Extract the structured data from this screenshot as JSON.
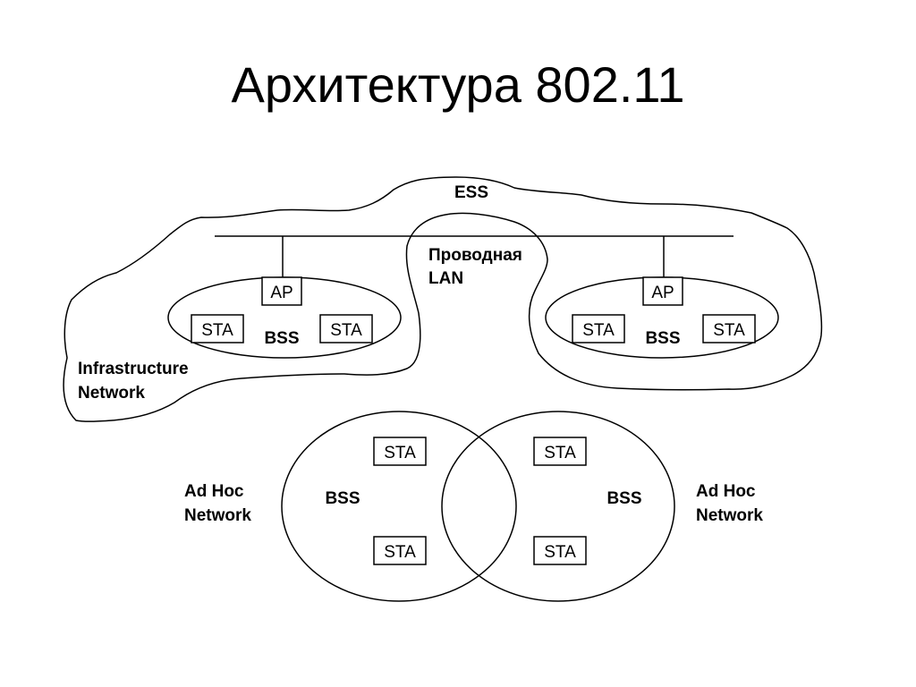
{
  "title": "Архитектура 802.11",
  "ess_label": "ESS",
  "wired_lan": {
    "line1": "Проводная",
    "line2": "LAN"
  },
  "infrastructure": {
    "line1": "Infrastructure",
    "line2": "Network"
  },
  "infra_bss": [
    {
      "ap": "AP",
      "sta_left": "STA",
      "sta_right": "STA",
      "bss": "BSS"
    },
    {
      "ap": "AP",
      "sta_left": "STA",
      "sta_right": "STA",
      "bss": "BSS"
    }
  ],
  "adhoc_left": {
    "line1": "Ad Hoc",
    "line2": "Network",
    "bss": "BSS",
    "sta_top": "STA",
    "sta_bottom": "STA"
  },
  "adhoc_right": {
    "line1": "Ad Hoc",
    "line2": "Network",
    "bss": "BSS",
    "sta_top": "STA",
    "sta_bottom": "STA"
  }
}
